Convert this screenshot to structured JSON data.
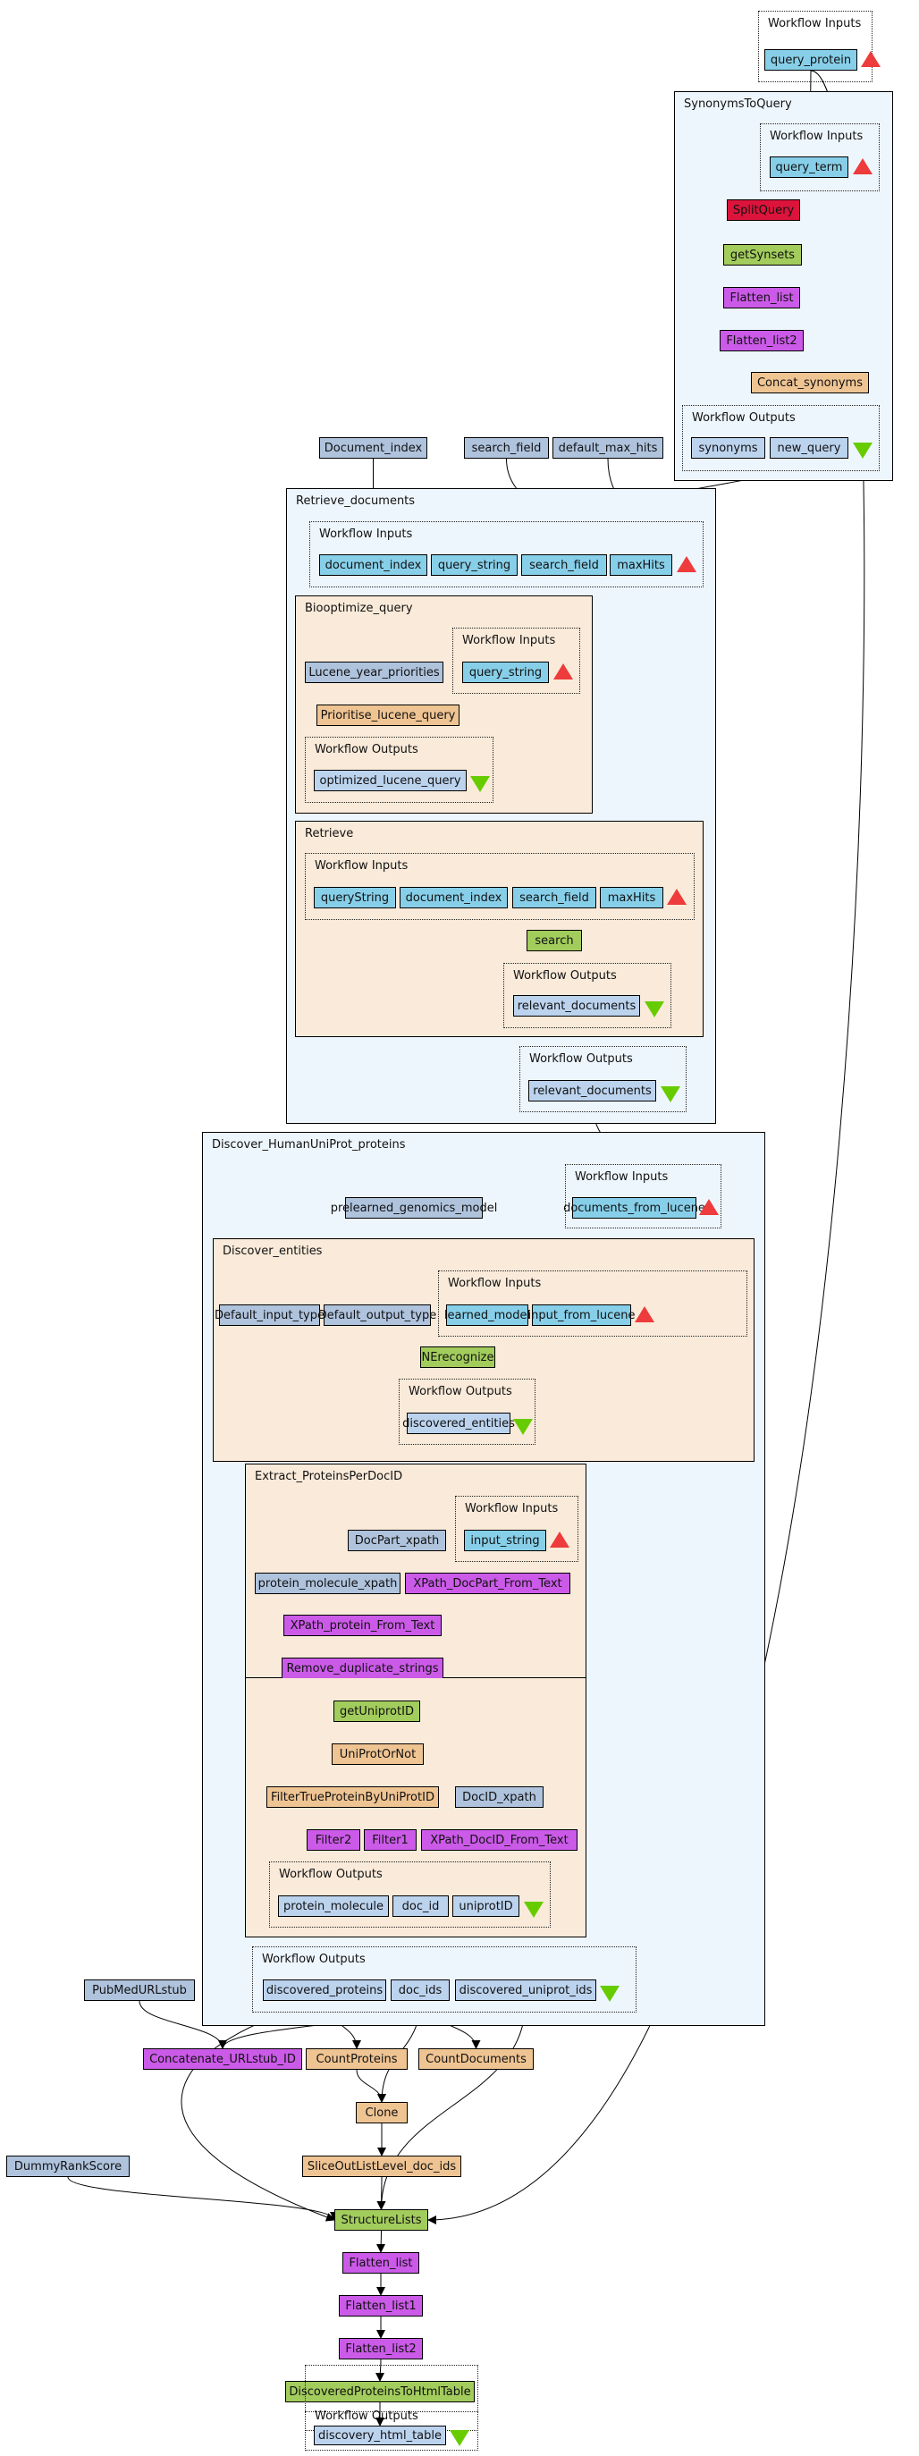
{
  "legend_colors": {
    "workflow_input": "#87cfe9",
    "constant": "#afc3dd",
    "workflow_output": "#bcd3ee",
    "beanshell": "#cb5ae8",
    "local_worker": "#efc493",
    "wsdl": "#a2cc5c",
    "soaplab": "#dc143c",
    "subworkflow_blue": "#eef6fd",
    "subworkflow_tan": "#f9ead9",
    "input_marker": "#ee3b3b",
    "output_marker": "#66cc00"
  },
  "group_labels": {
    "inputs": "Workflow Inputs",
    "outputs": "Workflow Outputs"
  },
  "top": {
    "inputs": [
      "query_protein"
    ],
    "constants": [
      "Document_index",
      "search_field",
      "default_max_hits",
      "PubMedURLstub",
      "DummyRankScore"
    ],
    "processors": [
      "Concatenate_URLstub_ID",
      "CountProteins",
      "CountDocuments",
      "Clone",
      "SliceOutListLevel_doc_ids",
      "StructureLists",
      "Flatten_list",
      "Flatten_list1",
      "Flatten_list2",
      "DiscoveredProteinsToHtmlTable"
    ],
    "outputs": [
      "discovery_html_table"
    ]
  },
  "subworkflows": {
    "synonyms": {
      "title": "SynonymsToQuery",
      "inputs": [
        "query_term"
      ],
      "processors": [
        "SplitQuery",
        "getSynsets",
        "Flatten_list",
        "Flatten_list2",
        "Concat_synonyms"
      ],
      "outputs": [
        "synonyms",
        "new_query"
      ]
    },
    "retrieve_documents": {
      "title": "Retrieve_documents",
      "inputs": [
        "document_index",
        "query_string",
        "search_field",
        "maxHits"
      ],
      "outputs": [
        "relevant_documents"
      ]
    },
    "biooptimize": {
      "title": "Biooptimize_query",
      "inputs": [
        "query_string"
      ],
      "constants": [
        "Lucene_year_priorities"
      ],
      "processors": [
        "Prioritise_lucene_query"
      ],
      "outputs": [
        "optimized_lucene_query"
      ]
    },
    "retrieve": {
      "title": "Retrieve",
      "inputs": [
        "queryString",
        "document_index",
        "search_field",
        "maxHits"
      ],
      "processors": [
        "search"
      ],
      "outputs": [
        "relevant_documents"
      ]
    },
    "discover_human": {
      "title": "Discover_HumanUniProt_proteins",
      "inputs": [
        "documents_from_lucene"
      ],
      "constants": [
        "prelearned_genomics_model"
      ],
      "outputs": [
        "discovered_proteins",
        "doc_ids",
        "discovered_uniprot_ids"
      ]
    },
    "discover_entities": {
      "title": "Discover_entities",
      "inputs": [
        "learned_model",
        "input_from_lucene"
      ],
      "constants": [
        "Default_input_type",
        "Default_output_type"
      ],
      "processors": [
        "NErecognize"
      ],
      "outputs": [
        "discovered_entities"
      ]
    },
    "extract": {
      "title": "Extract_ProteinsPerDocID",
      "inputs": [
        "input_string"
      ],
      "constants": [
        "DocPart_xpath",
        "protein_molecule_xpath",
        "DocID_xpath"
      ],
      "processors": [
        "XPath_DocPart_From_Text",
        "XPath_protein_From_Text",
        "Remove_duplicate_strings",
        "getUniprotID",
        "UniProtOrNot",
        "FilterTrueProteinByUniProtID",
        "Filter2",
        "Filter1",
        "XPath_DocID_From_Text"
      ],
      "outputs": [
        "protein_molecule",
        "doc_id",
        "uniprotID"
      ]
    }
  }
}
